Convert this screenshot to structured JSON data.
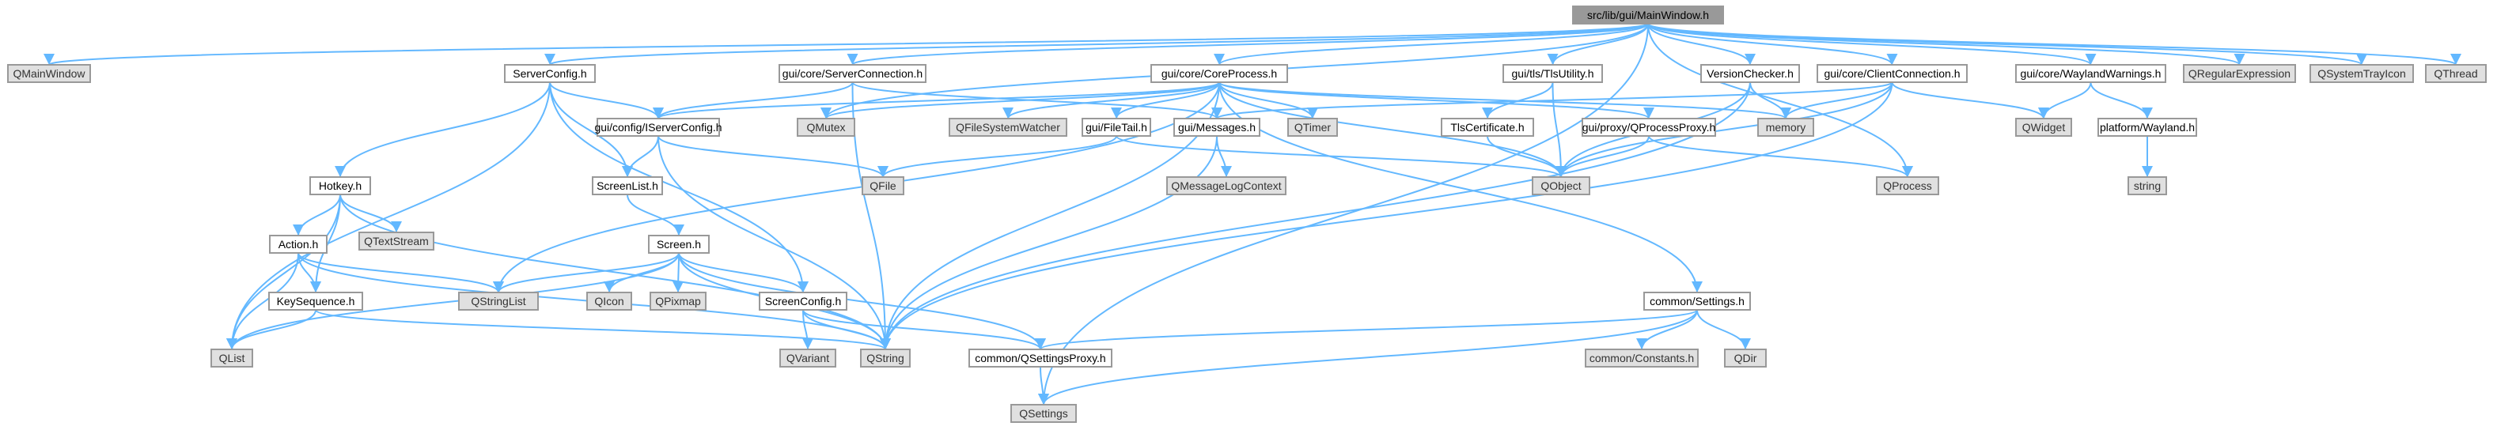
{
  "graph": {
    "colors": {
      "edge": "#63b8ff",
      "root_fill": "#999999",
      "internal_fill": "#ffffff",
      "external_fill": "#e0e0e0",
      "border": "#999999"
    },
    "nodes": [
      {
        "id": "root",
        "label": "src/lib/gui/MainWindow.h",
        "kind": "root"
      },
      {
        "id": "QMainWindow",
        "label": "QMainWindow",
        "kind": "external"
      },
      {
        "id": "ServerConfig",
        "label": "ServerConfig.h",
        "kind": "internal"
      },
      {
        "id": "ServerConnection",
        "label": "gui/core/ServerConnection.h",
        "kind": "internal"
      },
      {
        "id": "CoreProcess",
        "label": "gui/core/CoreProcess.h",
        "kind": "internal"
      },
      {
        "id": "TlsUtility",
        "label": "gui/tls/TlsUtility.h",
        "kind": "internal"
      },
      {
        "id": "VersionChecker",
        "label": "VersionChecker.h",
        "kind": "internal"
      },
      {
        "id": "ClientConnection",
        "label": "gui/core/ClientConnection.h",
        "kind": "internal"
      },
      {
        "id": "WaylandWarnings",
        "label": "gui/core/WaylandWarnings.h",
        "kind": "internal"
      },
      {
        "id": "QRegularExpression",
        "label": "QRegularExpression",
        "kind": "external"
      },
      {
        "id": "QSystemTrayIcon",
        "label": "QSystemTrayIcon",
        "kind": "external"
      },
      {
        "id": "QThread",
        "label": "QThread",
        "kind": "external"
      },
      {
        "id": "IServerConfig",
        "label": "gui/config/IServerConfig.h",
        "kind": "internal"
      },
      {
        "id": "QMutex",
        "label": "QMutex",
        "kind": "external"
      },
      {
        "id": "QFileSystemWatcher",
        "label": "QFileSystemWatcher",
        "kind": "external"
      },
      {
        "id": "FileTail",
        "label": "gui/FileTail.h",
        "kind": "internal"
      },
      {
        "id": "Messages",
        "label": "gui/Messages.h",
        "kind": "internal"
      },
      {
        "id": "QTimer",
        "label": "QTimer",
        "kind": "external"
      },
      {
        "id": "TlsCertificate",
        "label": "TlsCertificate.h",
        "kind": "internal"
      },
      {
        "id": "QProcessProxy",
        "label": "gui/proxy/QProcessProxy.h",
        "kind": "internal"
      },
      {
        "id": "memory",
        "label": "memory",
        "kind": "external"
      },
      {
        "id": "QWidget",
        "label": "QWidget",
        "kind": "external"
      },
      {
        "id": "Wayland",
        "label": "platform/Wayland.h",
        "kind": "internal"
      },
      {
        "id": "Hotkey",
        "label": "Hotkey.h",
        "kind": "internal"
      },
      {
        "id": "QTextStream",
        "label": "QTextStream",
        "kind": "external"
      },
      {
        "id": "ScreenList",
        "label": "ScreenList.h",
        "kind": "internal"
      },
      {
        "id": "QFile",
        "label": "QFile",
        "kind": "external"
      },
      {
        "id": "QMessageLogContext",
        "label": "QMessageLogContext",
        "kind": "external"
      },
      {
        "id": "QObject",
        "label": "QObject",
        "kind": "external"
      },
      {
        "id": "QProcess",
        "label": "QProcess",
        "kind": "external"
      },
      {
        "id": "string",
        "label": "string",
        "kind": "external"
      },
      {
        "id": "Action",
        "label": "Action.h",
        "kind": "internal"
      },
      {
        "id": "Screen",
        "label": "Screen.h",
        "kind": "internal"
      },
      {
        "id": "QStringList",
        "label": "QStringList",
        "kind": "external"
      },
      {
        "id": "QIcon",
        "label": "QIcon",
        "kind": "external"
      },
      {
        "id": "QPixmap",
        "label": "QPixmap",
        "kind": "external"
      },
      {
        "id": "KeySequence",
        "label": "KeySequence.h",
        "kind": "internal"
      },
      {
        "id": "ScreenConfig",
        "label": "ScreenConfig.h",
        "kind": "internal"
      },
      {
        "id": "Settings",
        "label": "common/Settings.h",
        "kind": "internal"
      },
      {
        "id": "QList",
        "label": "QList",
        "kind": "external"
      },
      {
        "id": "QVariant",
        "label": "QVariant",
        "kind": "external"
      },
      {
        "id": "QString",
        "label": "QString",
        "kind": "external"
      },
      {
        "id": "QSettingsProxy",
        "label": "common/QSettingsProxy.h",
        "kind": "internal"
      },
      {
        "id": "Constants",
        "label": "common/Constants.h",
        "kind": "external"
      },
      {
        "id": "QDir",
        "label": "QDir",
        "kind": "external"
      },
      {
        "id": "QSettings",
        "label": "QSettings",
        "kind": "external"
      }
    ],
    "edges": [
      [
        "root",
        "QMainWindow"
      ],
      [
        "root",
        "ServerConfig"
      ],
      [
        "root",
        "ServerConnection"
      ],
      [
        "root",
        "CoreProcess"
      ],
      [
        "root",
        "TlsUtility"
      ],
      [
        "root",
        "VersionChecker"
      ],
      [
        "root",
        "ClientConnection"
      ],
      [
        "root",
        "WaylandWarnings"
      ],
      [
        "root",
        "QRegularExpression"
      ],
      [
        "root",
        "QSystemTrayIcon"
      ],
      [
        "root",
        "QThread"
      ],
      [
        "root",
        "QMutex"
      ],
      [
        "root",
        "QProcess"
      ],
      [
        "root",
        "QSettings"
      ],
      [
        "ServerConfig",
        "IServerConfig"
      ],
      [
        "ServerConfig",
        "Hotkey"
      ],
      [
        "ServerConfig",
        "ScreenList"
      ],
      [
        "ServerConfig",
        "ScreenConfig"
      ],
      [
        "ServerConfig",
        "QList"
      ],
      [
        "ServerConnection",
        "IServerConfig"
      ],
      [
        "ServerConnection",
        "Messages"
      ],
      [
        "ServerConnection",
        "QString"
      ],
      [
        "CoreProcess",
        "IServerConfig"
      ],
      [
        "CoreProcess",
        "QMutex"
      ],
      [
        "CoreProcess",
        "QFileSystemWatcher"
      ],
      [
        "CoreProcess",
        "FileTail"
      ],
      [
        "CoreProcess",
        "QTimer"
      ],
      [
        "CoreProcess",
        "QProcessProxy"
      ],
      [
        "CoreProcess",
        "memory"
      ],
      [
        "CoreProcess",
        "QObject"
      ],
      [
        "CoreProcess",
        "Settings"
      ],
      [
        "CoreProcess",
        "QStringList"
      ],
      [
        "CoreProcess",
        "QString"
      ],
      [
        "TlsUtility",
        "TlsCertificate"
      ],
      [
        "TlsUtility",
        "QObject"
      ],
      [
        "VersionChecker",
        "memory"
      ],
      [
        "VersionChecker",
        "QObject"
      ],
      [
        "VersionChecker",
        "QString"
      ],
      [
        "ClientConnection",
        "Messages"
      ],
      [
        "ClientConnection",
        "QWidget"
      ],
      [
        "ClientConnection",
        "memory"
      ],
      [
        "ClientConnection",
        "QObject"
      ],
      [
        "ClientConnection",
        "QString"
      ],
      [
        "WaylandWarnings",
        "QWidget"
      ],
      [
        "WaylandWarnings",
        "Wayland"
      ],
      [
        "Wayland",
        "string"
      ],
      [
        "IServerConfig",
        "ScreenList"
      ],
      [
        "IServerConfig",
        "QFile"
      ],
      [
        "IServerConfig",
        "QString"
      ],
      [
        "FileTail",
        "QFile"
      ],
      [
        "FileTail",
        "QObject"
      ],
      [
        "Messages",
        "QMessageLogContext"
      ],
      [
        "Messages",
        "QString"
      ],
      [
        "TlsCertificate",
        "QObject"
      ],
      [
        "QProcessProxy",
        "QObject"
      ],
      [
        "QProcessProxy",
        "QProcess"
      ],
      [
        "Hotkey",
        "QTextStream"
      ],
      [
        "Hotkey",
        "Action"
      ],
      [
        "Hotkey",
        "KeySequence"
      ],
      [
        "Hotkey",
        "QList"
      ],
      [
        "Hotkey",
        "QString"
      ],
      [
        "ScreenList",
        "Screen"
      ],
      [
        "Action",
        "QStringList"
      ],
      [
        "Action",
        "KeySequence"
      ],
      [
        "Action",
        "QList"
      ],
      [
        "Action",
        "QString"
      ],
      [
        "Screen",
        "QStringList"
      ],
      [
        "Screen",
        "QIcon"
      ],
      [
        "Screen",
        "QPixmap"
      ],
      [
        "Screen",
        "ScreenConfig"
      ],
      [
        "Screen",
        "QList"
      ],
      [
        "Screen",
        "QString"
      ],
      [
        "Screen",
        "QSettingsProxy"
      ],
      [
        "KeySequence",
        "QList"
      ],
      [
        "KeySequence",
        "QString"
      ],
      [
        "ScreenConfig",
        "QVariant"
      ],
      [
        "ScreenConfig",
        "QString"
      ],
      [
        "ScreenConfig",
        "QSettingsProxy"
      ],
      [
        "Settings",
        "Constants"
      ],
      [
        "Settings",
        "QDir"
      ],
      [
        "Settings",
        "QSettingsProxy"
      ],
      [
        "Settings",
        "QSettings"
      ],
      [
        "QSettingsProxy",
        "QSettings"
      ]
    ]
  }
}
